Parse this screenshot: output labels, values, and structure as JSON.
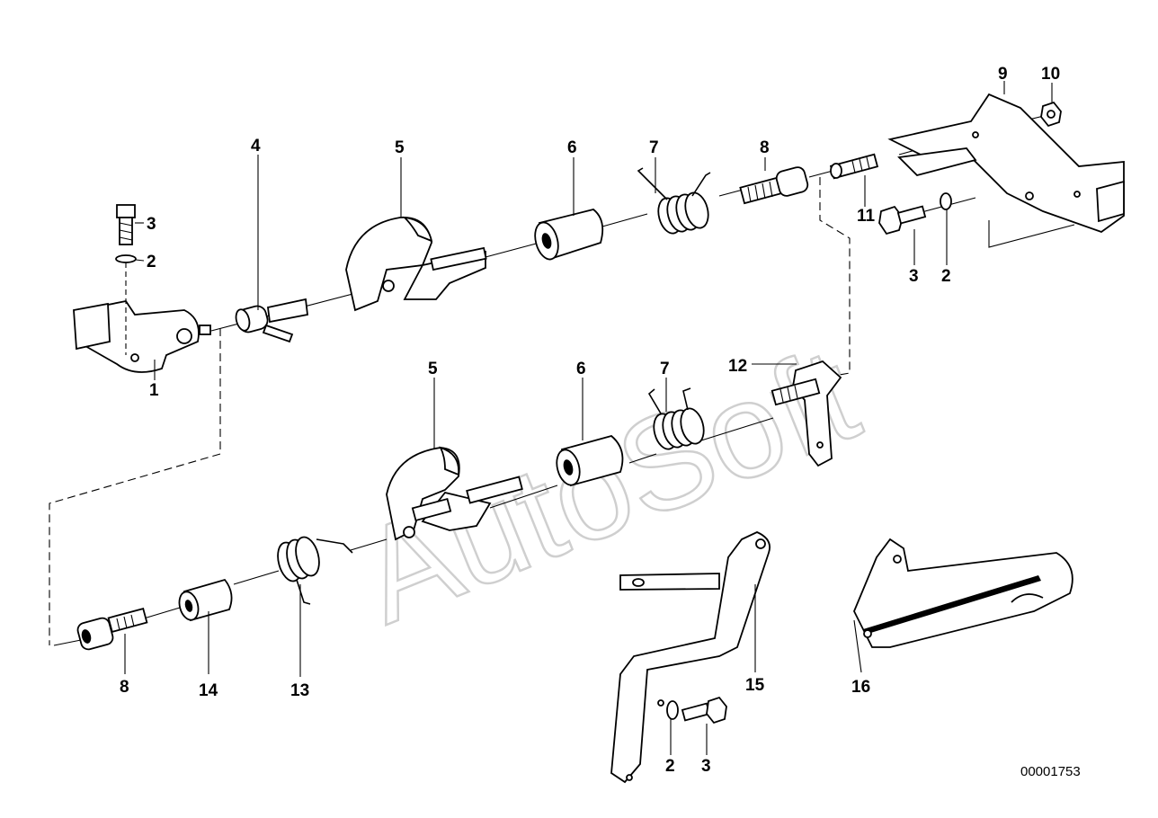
{
  "watermark": "AutoSoft",
  "reference_number": "00001753",
  "callouts": [
    {
      "id": "c1",
      "text": "1"
    },
    {
      "id": "c2a",
      "text": "2"
    },
    {
      "id": "c3a",
      "text": "3"
    },
    {
      "id": "c4",
      "text": "4"
    },
    {
      "id": "c5a",
      "text": "5"
    },
    {
      "id": "c6a",
      "text": "6"
    },
    {
      "id": "c7a",
      "text": "7"
    },
    {
      "id": "c8a",
      "text": "8"
    },
    {
      "id": "c9",
      "text": "9"
    },
    {
      "id": "c10",
      "text": "10"
    },
    {
      "id": "c11",
      "text": "11"
    },
    {
      "id": "c3b",
      "text": "3"
    },
    {
      "id": "c2b",
      "text": "2"
    },
    {
      "id": "c12",
      "text": "12"
    },
    {
      "id": "c5b",
      "text": "5"
    },
    {
      "id": "c6b",
      "text": "6"
    },
    {
      "id": "c7b",
      "text": "7"
    },
    {
      "id": "c8b",
      "text": "8"
    },
    {
      "id": "c14",
      "text": "14"
    },
    {
      "id": "c13",
      "text": "13"
    },
    {
      "id": "c15",
      "text": "15"
    },
    {
      "id": "c16",
      "text": "16"
    },
    {
      "id": "c2c",
      "text": "2"
    },
    {
      "id": "c3c",
      "text": "3"
    }
  ]
}
